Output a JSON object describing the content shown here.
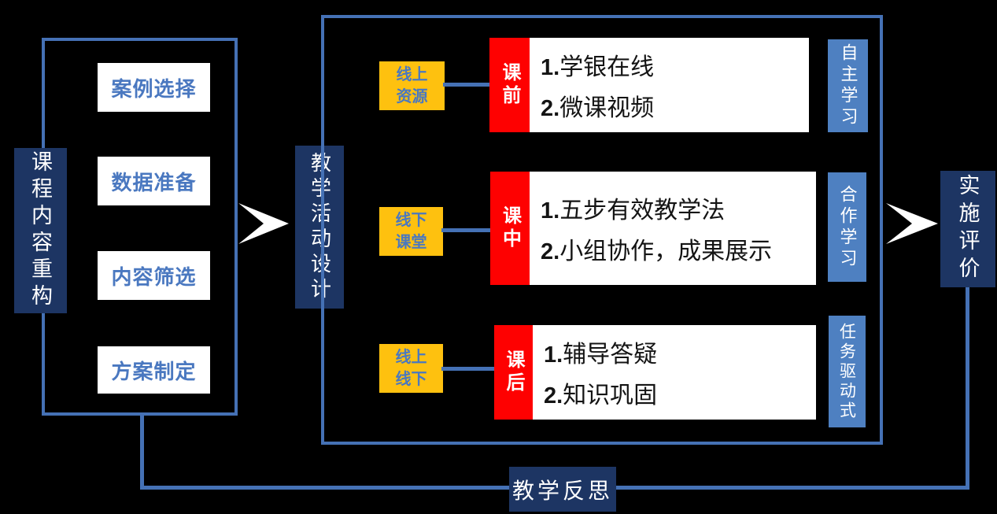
{
  "palette": {
    "background": "#000000",
    "navy_stage": "#1d3563",
    "line_blue": "#4571b5",
    "side_blue": "#4e80c1",
    "orange": "#fec10f",
    "red": "#fe0101",
    "blue_text": "#4a78c0",
    "white": "#ffffff"
  },
  "flow": {
    "stage_left": {
      "label": "课程内容重构"
    },
    "prep_steps": [
      {
        "label": "案例选择"
      },
      {
        "label": "数据准备"
      },
      {
        "label": "内容筛选"
      },
      {
        "label": "方案制定"
      }
    ],
    "stage_mid": {
      "label": "教学活动设计"
    },
    "rows": [
      {
        "source": {
          "line1": "线上",
          "line2": "资源"
        },
        "phase": "课前",
        "items": [
          {
            "num": "1.",
            "text": "学银在线"
          },
          {
            "num": "2.",
            "text": "微课视频"
          }
        ],
        "mode": "自主学习"
      },
      {
        "source": {
          "line1": "线下",
          "line2": "课堂"
        },
        "phase": "课中",
        "items": [
          {
            "num": "1.",
            "text": "五步有效教学法"
          },
          {
            "num": "2.",
            "text": "小组协作，成果展示"
          }
        ],
        "mode": "合作学习"
      },
      {
        "source": {
          "line1": "线上",
          "line2": "线下"
        },
        "phase": "课后",
        "items": [
          {
            "num": "1.",
            "text": "辅导答疑"
          },
          {
            "num": "2.",
            "text": "知识巩固"
          }
        ],
        "mode": "任务驱动式"
      }
    ],
    "stage_right": {
      "label": "实施评价"
    },
    "feedback": {
      "label": "教学反思"
    }
  }
}
